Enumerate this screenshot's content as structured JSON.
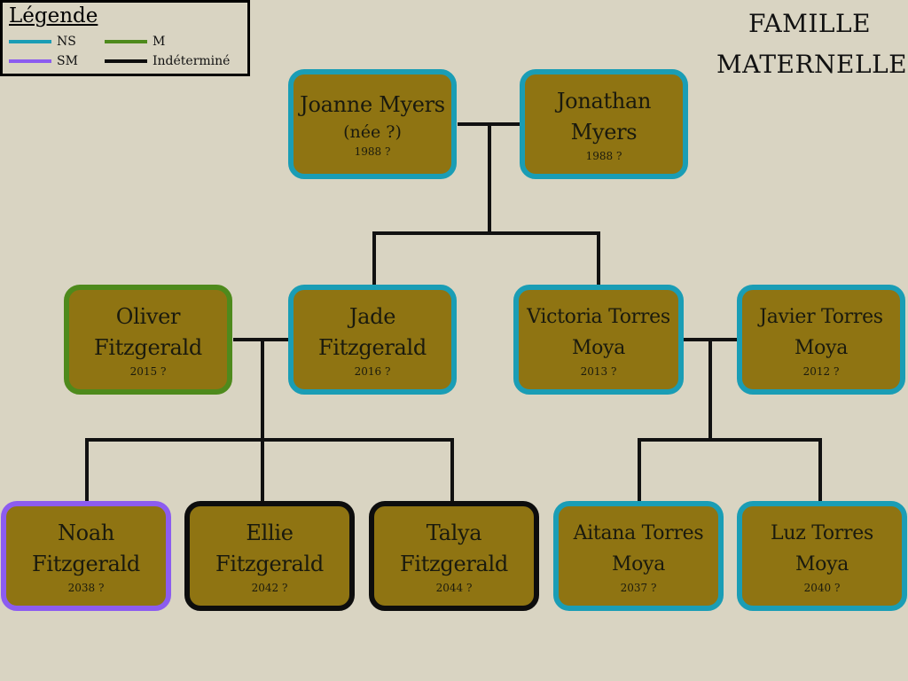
{
  "title": {
    "line1": "FAMILLE",
    "line2": "MATERNELLE"
  },
  "legend": {
    "title": "Légende",
    "items": [
      {
        "label": "NS",
        "color": "#1a9db5"
      },
      {
        "label": "M",
        "color": "#4e8a1c"
      },
      {
        "label": "SM",
        "color": "#8c5cf0"
      },
      {
        "label": "Indéterminé",
        "color": "#0d0d0d"
      }
    ]
  },
  "people": {
    "joanne": {
      "name": "Joanne Myers",
      "note": "(née ?)",
      "year": "1988 ?",
      "status": "NS"
    },
    "jonathan": {
      "name": "Jonathan Myers",
      "year": "1988 ?",
      "status": "NS"
    },
    "oliver": {
      "name": "Oliver Fitzgerald",
      "year": "2015 ?",
      "status": "M"
    },
    "jade": {
      "name": "Jade Fitzgerald",
      "year": "2016 ?",
      "status": "NS"
    },
    "victoria": {
      "name": "Victoria Torres Moya",
      "year": "2013 ?",
      "status": "NS"
    },
    "javier": {
      "name": "Javier Torres Moya",
      "year": "2012 ?",
      "status": "NS"
    },
    "noah": {
      "name": "Noah Fitzgerald",
      "year": "2038 ?",
      "status": "SM"
    },
    "ellie": {
      "name": "Ellie Fitzgerald",
      "year": "2042 ?",
      "status": "Indéterminé"
    },
    "talya": {
      "name": "Talya Fitzgerald",
      "year": "2044 ?",
      "status": "Indéterminé"
    },
    "aitana": {
      "name": "Aitana Torres Moya",
      "year": "2037 ?",
      "status": "NS"
    },
    "luz": {
      "name": "Luz Torres Moya",
      "year": "2040 ?",
      "status": "NS"
    }
  }
}
